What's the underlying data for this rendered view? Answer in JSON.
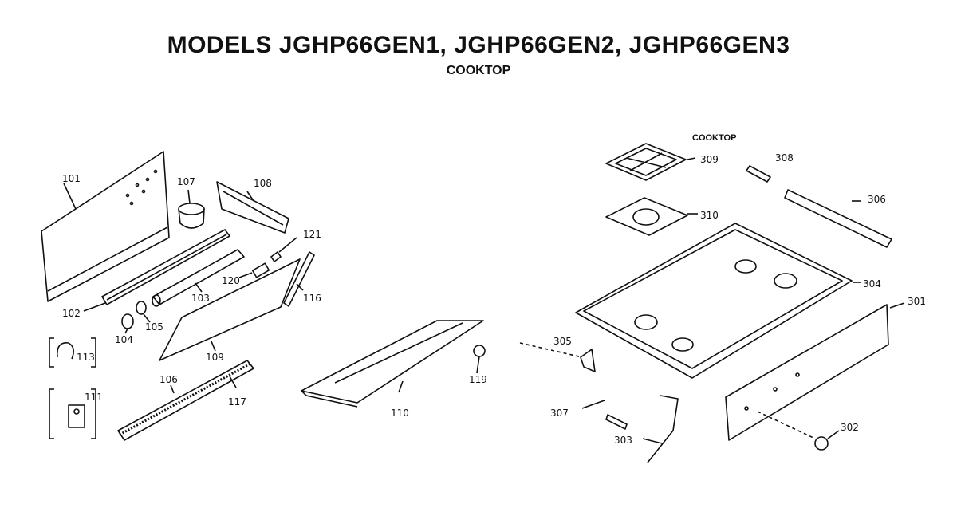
{
  "header": {
    "title": "MODELS JGHP66GEN1, JGHP66GEN2, JGHP66GEN3",
    "subtitle": "COOKTOP"
  },
  "cooktop_section": {
    "label": "COOKTOP"
  },
  "part_numbers": {
    "p101": "101",
    "p102": "102",
    "p103": "103",
    "p104": "104",
    "p105": "105",
    "p106": "106",
    "p107": "107",
    "p108": "108",
    "p109": "109",
    "p110": "110",
    "p111": "111",
    "p113": "113",
    "p116": "116",
    "p117": "117",
    "p119": "119",
    "p120": "120",
    "p121": "121",
    "p301": "301",
    "p302": "302",
    "p303": "303",
    "p304": "304",
    "p305": "305",
    "p306": "306",
    "p307": "307",
    "p308": "308",
    "p309": "309",
    "p310": "310"
  }
}
